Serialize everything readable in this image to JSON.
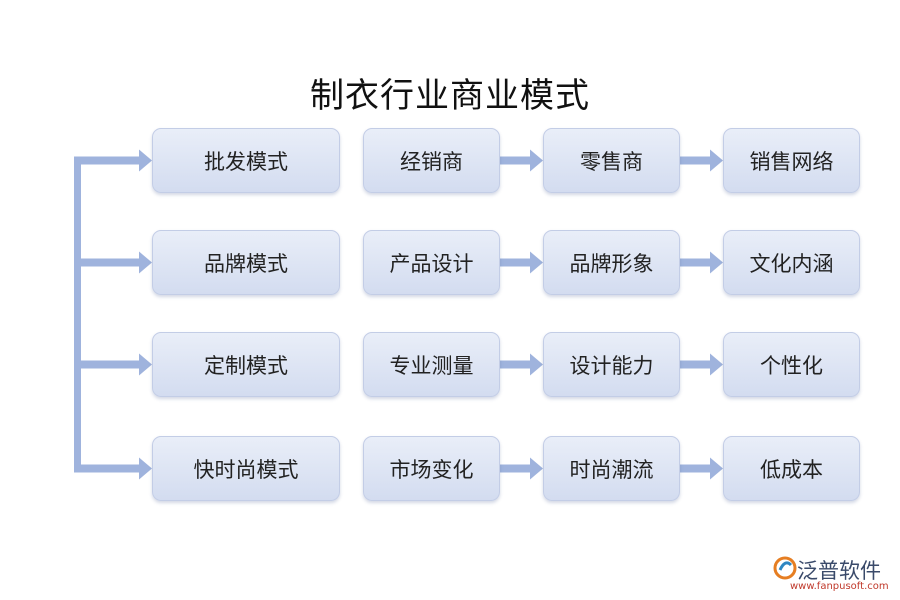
{
  "title": "制衣行业商业模式",
  "rows": [
    {
      "model": "批发模式",
      "steps": [
        "经销商",
        "零售商",
        "销售网络"
      ]
    },
    {
      "model": "品牌模式",
      "steps": [
        "产品设计",
        "品牌形象",
        "文化内涵"
      ]
    },
    {
      "model": "定制模式",
      "steps": [
        "专业测量",
        "设计能力",
        "个性化"
      ]
    },
    {
      "model": "快时尚模式",
      "steps": [
        "市场变化",
        "时尚潮流",
        "低成本"
      ]
    }
  ],
  "logo": {
    "name": "泛普软件",
    "url": "www.fanpusoft.com"
  },
  "colors": {
    "arrow": "#9fb3dd",
    "node_top": "#e9eef8",
    "node_bottom": "#d3dcf0"
  }
}
